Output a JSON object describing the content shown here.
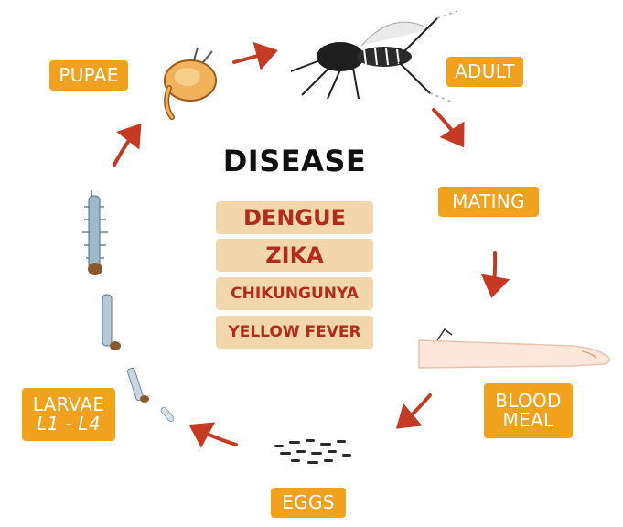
{
  "title": "DISEASE",
  "diseases": [
    "DENGUE",
    "ZIKA",
    "CHIKUNGUNYA",
    "YELLOW FEVER"
  ],
  "stages": {
    "pupae": "PUPAE",
    "adult": "ADULT",
    "mating": "MATING",
    "blood_meal": [
      "BLOOD",
      "MEAL"
    ],
    "eggs": "EGGS",
    "larvae": [
      "LARVAE",
      "L1 - L4"
    ]
  },
  "colors": {
    "tag": "#f0a21f",
    "disease_box": "#f3d7ac",
    "disease_text": "#b32b1c",
    "arrow": "#c43a22"
  },
  "icons": [
    "pupa-icon",
    "mosquito-icon",
    "arm-icon",
    "eggs-icon",
    "larva-icon"
  ]
}
